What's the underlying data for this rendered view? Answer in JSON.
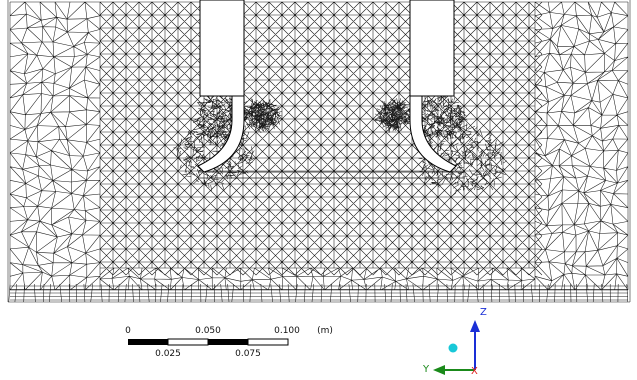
{
  "viewport": {
    "background": "#ffffff",
    "mesh_color": "#1a1a1a"
  },
  "scale_bar": {
    "labels_top": [
      "0",
      "0.050",
      "0.100"
    ],
    "labels_bottom": [
      "0.025",
      "0.075"
    ],
    "unit": "(m)"
  },
  "triad": {
    "z_label": "Z",
    "y_label": "Y",
    "x_label": "X",
    "z_color": "#1a2fd6",
    "y_color": "#1a8a1a",
    "x_color": "#e02020",
    "origin_marker_color": "#18c8d8"
  }
}
